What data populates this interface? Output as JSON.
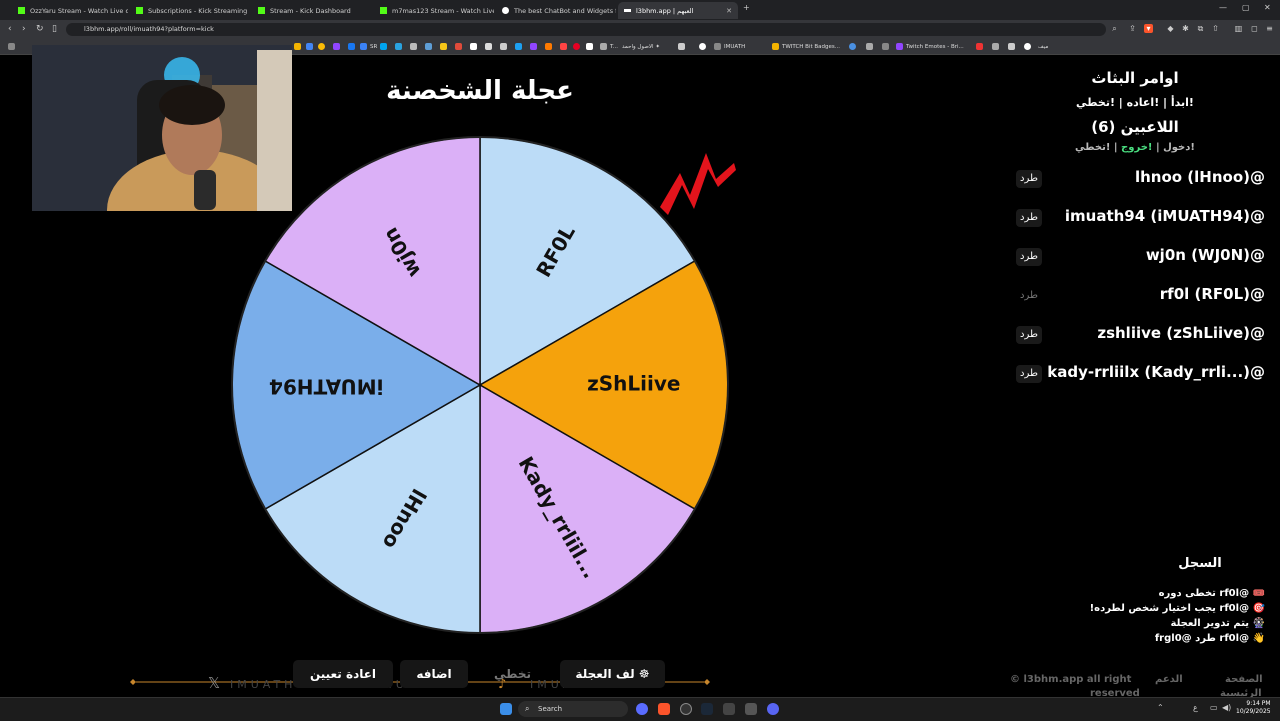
{
  "browser": {
    "tabs": [
      {
        "title": "OzzYaru Stream - Watch Live on Kick",
        "icon_color": "#53fc18"
      },
      {
        "title": "Subscriptions - Kick Streaming",
        "icon_color": "#53fc18"
      },
      {
        "title": "Stream - Kick Dashboard",
        "icon_color": "#53fc18"
      },
      {
        "title": "m7mas123 Stream - Watch Live on K",
        "icon_color": "#53fc18"
      },
      {
        "title": "The best ChatBot and Widgets for K",
        "icon_color": "#ffffff"
      },
      {
        "title": "l3bhm.app | العبهم",
        "icon_color": "#ffffff",
        "active": true
      }
    ],
    "url": "l3bhm.app/roll/imuath94?platform=kick",
    "bookmarks": [
      "T...",
      "الاصول واحمد ✦",
      "IMUATH",
      "TWITCH Bit Badges...",
      "Twitch Emotes - Bri...",
      "SR",
      "ميف"
    ]
  },
  "wheel": {
    "title": "عجلة الشخصنة",
    "segments": [
      {
        "label": "RF0L",
        "color": "#bcdcf7"
      },
      {
        "label": "zShLiive",
        "color": "#f5a20c"
      },
      {
        "label": "Kady_rrliil...",
        "color": "#dbb0f7"
      },
      {
        "label": "lHnoo",
        "color": "#bcdcf7"
      },
      {
        "label": "iMUATH94",
        "color": "#7aaeea"
      },
      {
        "label": "wj0n",
        "color": "#dbb0f7"
      }
    ]
  },
  "sidebar": {
    "commands_title": "اوامر البثاث",
    "commands": "!ابدأ | !اعاده | !تخطي",
    "players_title": "اللاعبين (6)",
    "player_cmds": {
      "enter": "!دخول",
      "exit": "!خروج",
      "skip": "!تخطي",
      "sep": "|"
    },
    "players": [
      {
        "name": "lhnoo (lHnoo)@",
        "kick": "طرد",
        "kick_enabled": true
      },
      {
        "name": "imuath94 (iMUATH94)@",
        "kick": "طرد",
        "kick_enabled": true
      },
      {
        "name": "wj0n (WJ0N)@",
        "kick": "طرد",
        "kick_enabled": true
      },
      {
        "name": "rf0l (RF0L)@",
        "kick": "طرد",
        "kick_enabled": false
      },
      {
        "name": "zshliive (zShLiive)@",
        "kick": "طرد",
        "kick_enabled": true
      },
      {
        "name": "kady-rrliilx (Kady_rrli...)@",
        "kick": "طرد",
        "kick_enabled": true
      }
    ]
  },
  "log": {
    "title": "السجل",
    "entries": [
      "🎟️ @rf0l تخطى دوره",
      "🎯 @rf0l يجب اختيار شخص لطرده!",
      "🎡 يتم تدوير العجلة",
      "👋 @rf0l طرد @frgl0"
    ]
  },
  "controls": {
    "spin": "لف العجلة",
    "skip": "تخطي",
    "add": "اضافه",
    "reset": "اعادة تعيين"
  },
  "watermark": {
    "text": "IMUATH94"
  },
  "footer": {
    "copyright": "© l3bhm.app all right",
    "reserved": "reserved",
    "support": "الدعم",
    "home": "الصفحة",
    "home2": "الرئيسية"
  },
  "taskbar": {
    "search": "Search",
    "time": "9:14 PM",
    "date": "10/29/2025"
  }
}
